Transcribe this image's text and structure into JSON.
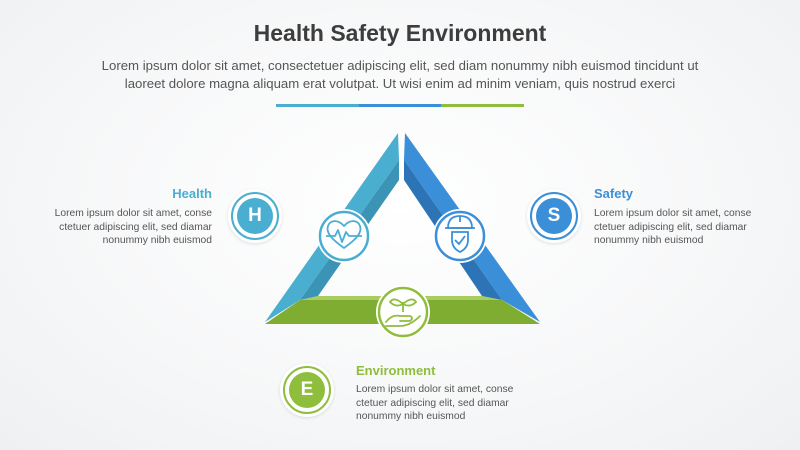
{
  "header": {
    "title": "Health Safety Environment",
    "subtitle_line1": "Lorem ipsum dolor sit amet, consectetuer adipiscing elit, sed diam nonummy nibh euismod tincidunt ut",
    "subtitle_line2": "laoreet dolore magna aliquam erat volutpat. Ut wisi enim ad minim veniam, quis nostrud exerci"
  },
  "colors": {
    "health": "#4aaed0",
    "safety": "#3a8fd8",
    "environment": "#8fbd3c",
    "title": "#3d3d3d"
  },
  "items": {
    "health": {
      "letter": "H",
      "heading": "Health",
      "desc_line1": "Lorem ipsum dolor sit amet, conse",
      "desc_line2": "ctetuer adipiscing elit, sed diamar",
      "desc_line3": "nonummy nibh euismod",
      "icon": "heart-pulse-icon"
    },
    "safety": {
      "letter": "S",
      "heading": "Safety",
      "desc_line1": "Lorem ipsum dolor sit amet, conse",
      "desc_line2": "ctetuer adipiscing elit, sed diamar",
      "desc_line3": "nonummy nibh euismod",
      "icon": "worker-helmet-shield-icon"
    },
    "environment": {
      "letter": "E",
      "heading": "Environment",
      "desc_line1": "Lorem ipsum dolor sit amet, conse",
      "desc_line2": "ctetuer adipiscing elit, sed diamar",
      "desc_line3": "nonummy nibh euismod",
      "icon": "hand-plant-icon"
    }
  }
}
